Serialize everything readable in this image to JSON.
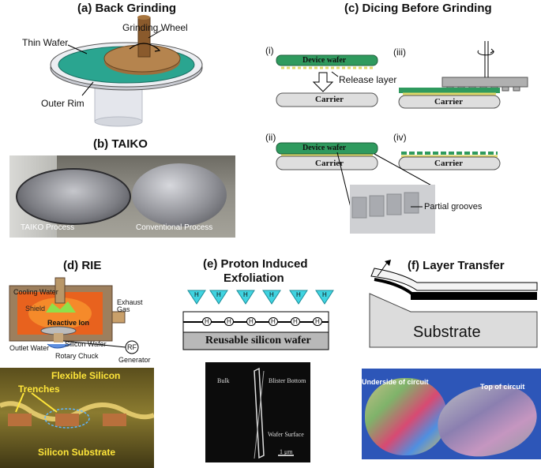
{
  "a": {
    "title": "(a) Back Grinding",
    "thin_wafer": "Thin Wafer",
    "grinding_wheel": "Grinding Wheel",
    "outer_rim": "Outer Rim"
  },
  "b": {
    "title": "(b) TAIKO",
    "taiko": "TAIKO Process",
    "conventional": "Conventional Process"
  },
  "c": {
    "title": "(c) Dicing Before Grinding",
    "step_i": "(i)",
    "step_ii": "(ii)",
    "step_iii": "(iii)",
    "step_iv": "(iv)",
    "device_wafer": "Device wafer",
    "release_layer": "Release layer",
    "carrier": "Carrier",
    "partial_grooves": "Partial grooves"
  },
  "d": {
    "title": "(d) RIE",
    "cooling_water": "Cooling Water",
    "shield": "Shield",
    "exhaust_gas_1": "Exhaust",
    "exhaust_gas_2": "Gas",
    "reactive_ion": "Reactive Ion",
    "silicon_wafer": "Silicon Wafer",
    "outlet_water": "Outlet Water",
    "rotary_chuck": "Rotary Chuck",
    "rf": "RF",
    "generator": "Generator",
    "flexible_silicon": "Flexible Silicon",
    "trenches": "Trenches",
    "silicon_substrate": "Silicon Substrate"
  },
  "e": {
    "title_1": "(e) Proton Induced",
    "title_2": "Exfoliation",
    "h": "H",
    "reusable_wafer": "Reusable silicon wafer",
    "bulk": "Bulk",
    "blister_bottom": "Blister Bottom",
    "wafer_surface": "Wafer Surface",
    "scale": "1 μm"
  },
  "f": {
    "title": "(f) Layer Transfer",
    "substrate": "Substrate",
    "underside": "Underside of circuit",
    "top": "Top of circuit"
  },
  "colors": {
    "wafer_green": "#2e9c6c",
    "teal": "#1fa89a",
    "carrier_gray": "#d9d9d9",
    "proton_cyan": "#3fd3e0",
    "yellow_layer": "#e8e070"
  }
}
